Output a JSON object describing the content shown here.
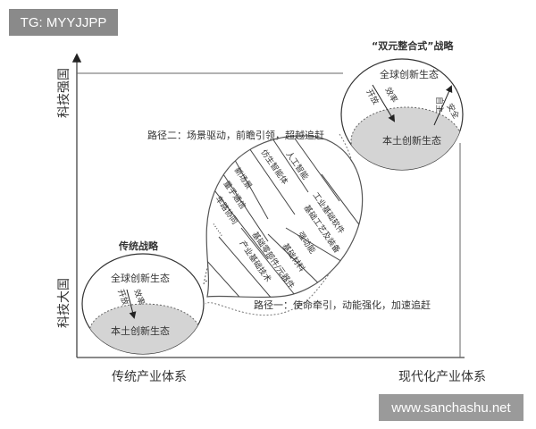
{
  "watermarks": {
    "top_left": "TG: MYYJJPP",
    "bottom_right": "www.sanchashu.net"
  },
  "axes": {
    "y_top": "科技强国",
    "y_bottom": "科技大国",
    "x_left": "传统产业体系",
    "x_right": "现代化产业体系"
  },
  "traditional": {
    "title": "传统战略",
    "outer": "全球创新生态",
    "inner": "本土创新生态",
    "arrow_left": "开放",
    "arrow_right": "效率"
  },
  "dual": {
    "title": "“双元整合式”战略",
    "outer": "全球创新生态",
    "inner": "本土创新生态",
    "down_left": "开放",
    "down_right": "效率",
    "up_left": "自主",
    "up_right": "安全"
  },
  "paths": {
    "path2": "路径二：场景驱动，前瞻引领，超越追赶",
    "path1": "路径一：使命牵引，动能强化，加速追赶"
  },
  "fields": {
    "upper": [
      "新场景",
      "量子通信",
      "车路协同",
      "……",
      "仿生智能体",
      "人工智能"
    ],
    "lower": [
      "工业基础软件",
      "基础工艺及装备",
      "强动能",
      "基础材料",
      "基础零部件/元器件",
      "产业基础技术"
    ]
  },
  "colors": {
    "inner_fill": "#d4d4d4",
    "line": "#333333"
  }
}
